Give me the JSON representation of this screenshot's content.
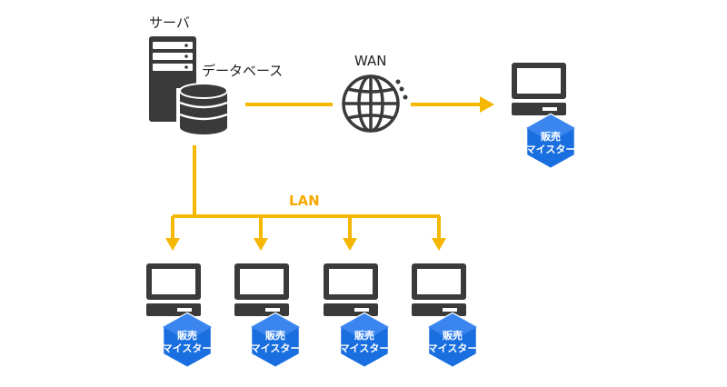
{
  "labels": {
    "server": "サーバ",
    "database": "データベース",
    "wan": "WAN",
    "lan": "LAN"
  },
  "badge": {
    "line1": "販売",
    "line2": "マイスター"
  },
  "colors": {
    "line": "#f5b700",
    "lan_text": "#f5a800",
    "device": "#3a3a3a",
    "badge": "#1a6fe0",
    "badge_dark": "#0f56bd"
  }
}
